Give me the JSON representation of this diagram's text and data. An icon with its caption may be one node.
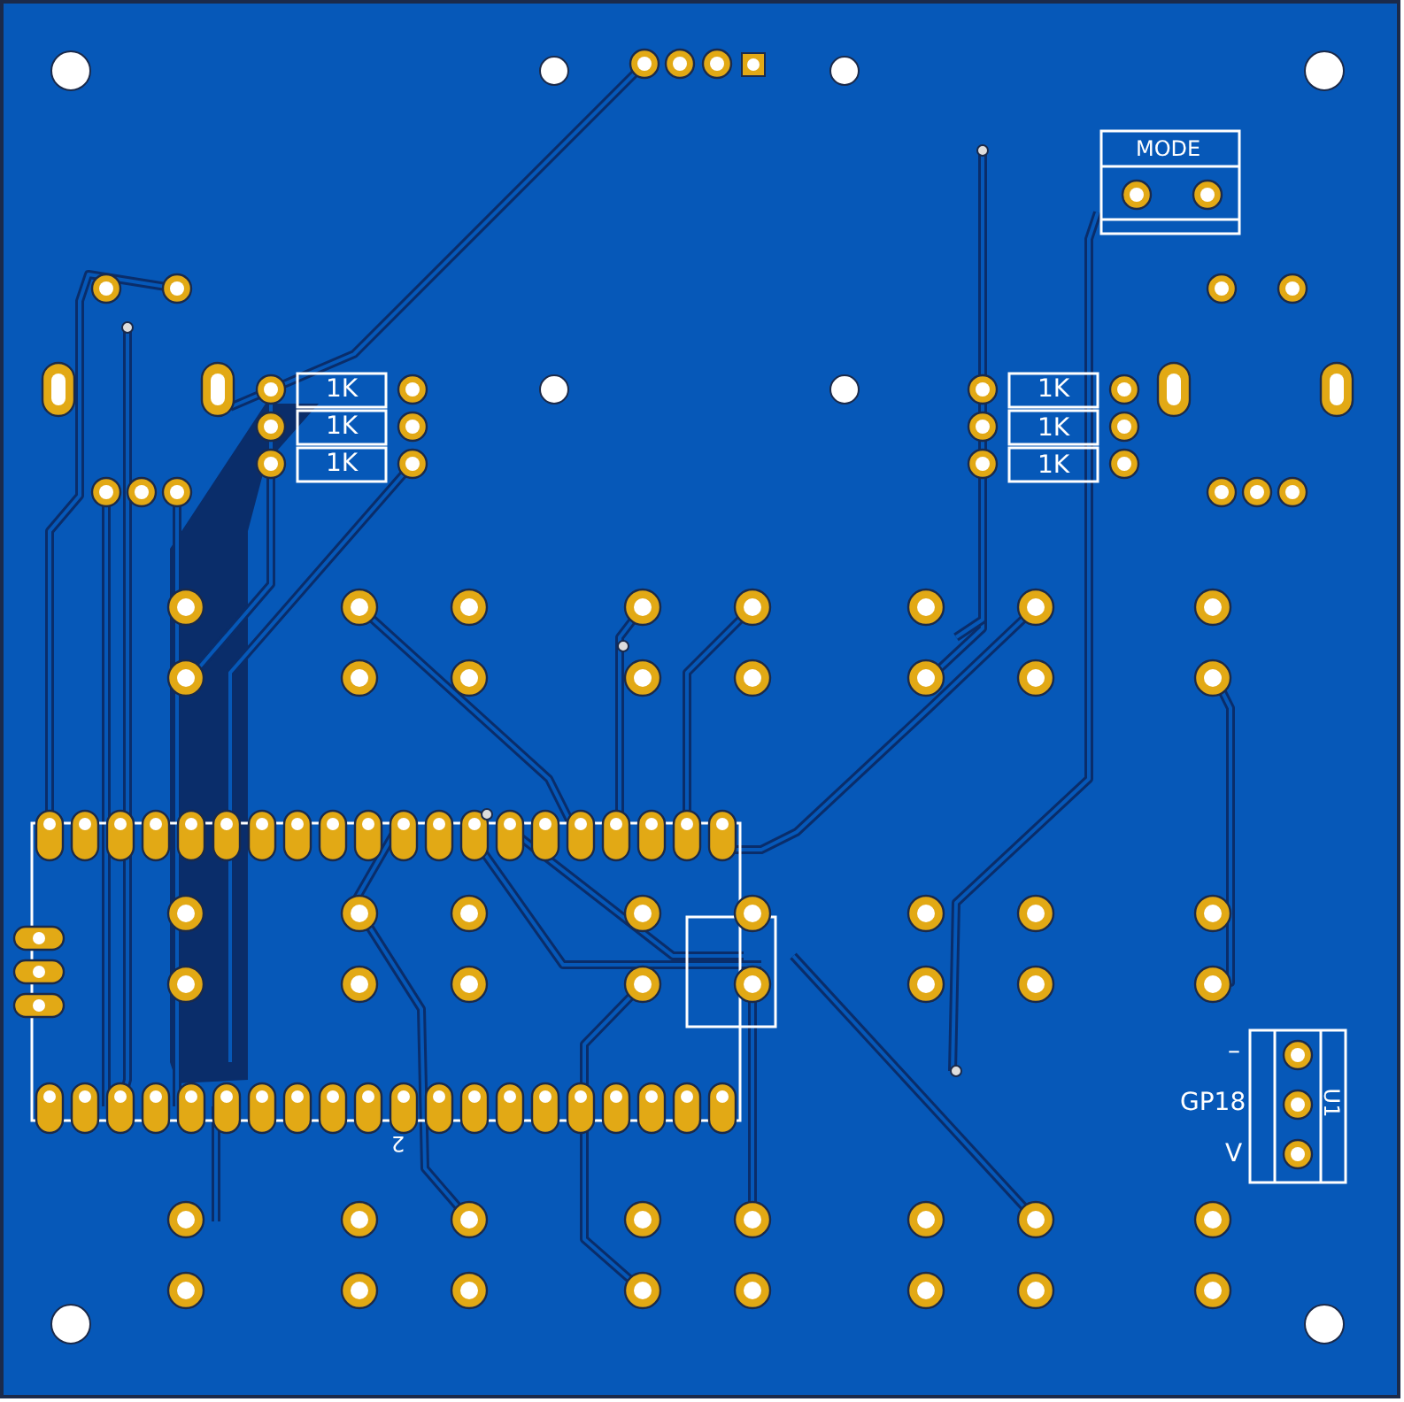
{
  "diagram": {
    "labels": [
      "MODE",
      "1K",
      "1K",
      "1K",
      "1K",
      "1K",
      "1K",
      "–",
      "GP18",
      "U1",
      "2",
      "V"
    ]
  }
}
